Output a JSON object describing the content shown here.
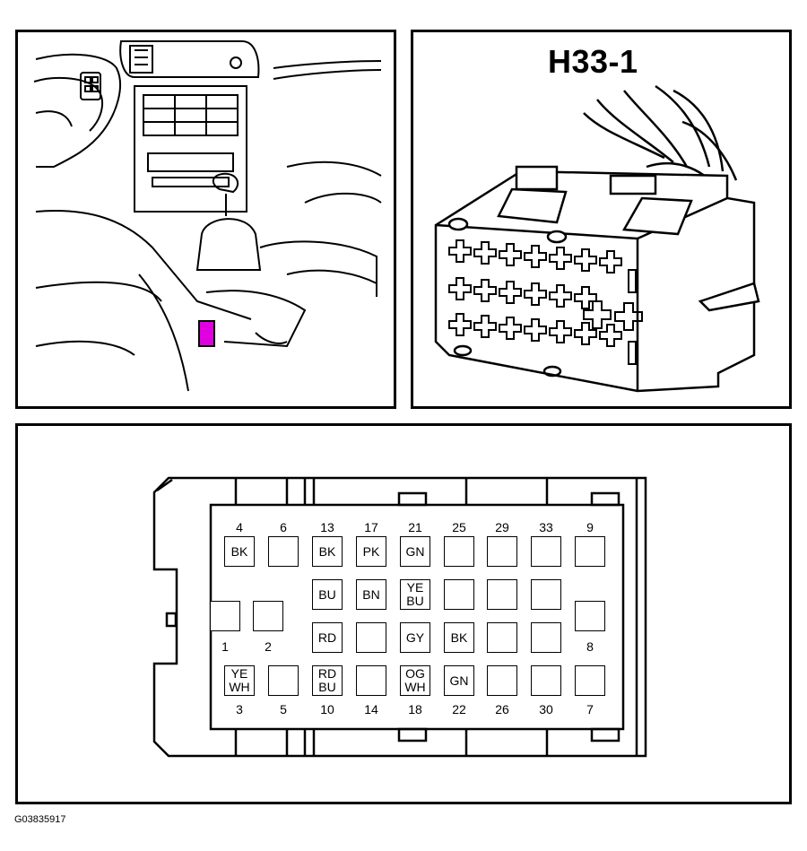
{
  "connector": {
    "title": "H33-1",
    "location_marker_color": "#e000e0"
  },
  "pins": [
    {
      "id": "4",
      "wire": "BK"
    },
    {
      "id": "6",
      "wire": ""
    },
    {
      "id": "13",
      "wire": "BK"
    },
    {
      "id": "17",
      "wire": "PK"
    },
    {
      "id": "21",
      "wire": "GN"
    },
    {
      "id": "25",
      "wire": ""
    },
    {
      "id": "29",
      "wire": ""
    },
    {
      "id": "33",
      "wire": ""
    },
    {
      "id": "9",
      "wire": ""
    },
    {
      "id": "bu-pin",
      "wire": "BU"
    },
    {
      "id": "bn-pin",
      "wire": "BN"
    },
    {
      "id": "yebu-pin",
      "wire": "YE\nBU"
    },
    {
      "id": "r2c6",
      "wire": ""
    },
    {
      "id": "r2c7",
      "wire": ""
    },
    {
      "id": "r2c8",
      "wire": ""
    },
    {
      "id": "1",
      "wire": ""
    },
    {
      "id": "2",
      "wire": ""
    },
    {
      "id": "rd-pin",
      "wire": "RD"
    },
    {
      "id": "r3c4",
      "wire": ""
    },
    {
      "id": "gy-pin",
      "wire": "GY"
    },
    {
      "id": "bk-pin",
      "wire": "BK"
    },
    {
      "id": "r3c7",
      "wire": ""
    },
    {
      "id": "r3c8",
      "wire": ""
    },
    {
      "id": "8",
      "wire": ""
    },
    {
      "id": "3",
      "wire": "YE\nWH"
    },
    {
      "id": "5",
      "wire": ""
    },
    {
      "id": "10",
      "wire": "RD\nBU"
    },
    {
      "id": "14",
      "wire": ""
    },
    {
      "id": "18",
      "wire": "OG\nWH"
    },
    {
      "id": "22",
      "wire": "GN"
    },
    {
      "id": "26",
      "wire": ""
    },
    {
      "id": "30",
      "wire": ""
    },
    {
      "id": "7",
      "wire": ""
    }
  ],
  "pin_numbers": {
    "top": [
      "4",
      "6",
      "13",
      "17",
      "21",
      "25",
      "29",
      "33",
      "9"
    ],
    "middle_left": [
      "1",
      "2"
    ],
    "middle_right": [
      "8"
    ],
    "bottom": [
      "3",
      "5",
      "10",
      "14",
      "18",
      "22",
      "26",
      "30",
      "7"
    ]
  },
  "figure_id": "G03835917"
}
